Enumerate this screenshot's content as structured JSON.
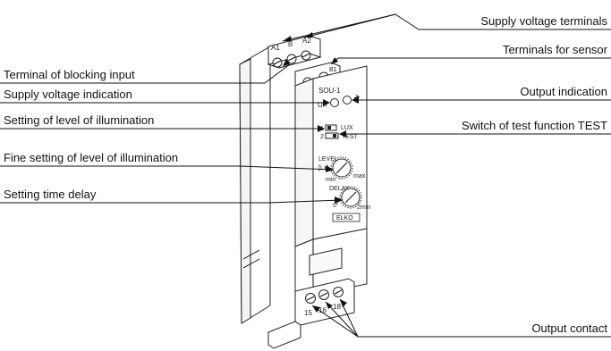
{
  "callouts": {
    "supply_voltage_terminals": "Supply voltage  terminals",
    "terminals_for_sensor": "Terminals for sensor",
    "terminal_blocking_input": "Terminal of blocking input",
    "supply_voltage_indication": "Supply voltage indication",
    "output_indication": "Output indication",
    "setting_level_illumination": "Setting of level of illumination",
    "switch_test_function": "Switch of test function  TEST",
    "fine_setting_level": "Fine setting of level of illumination",
    "setting_time_delay": "Setting time delay",
    "output_contact": "Output contact"
  },
  "device": {
    "model": "SOU-1",
    "top_terminals": [
      "A1",
      "B",
      "A2"
    ],
    "bottom_terminals": [
      "15",
      "16",
      "18"
    ],
    "sensor_terminal": "B1",
    "un_label": "Un",
    "switch_pos_1": "1",
    "switch_pos_2": "2",
    "lux_label": "LUX",
    "test_label": "TEST",
    "level_label": "LEVEL",
    "lux_unit": "[Lx]",
    "min_label": "min",
    "max_label": "max",
    "delay_label": "DELAY",
    "delay_zero": "0\"",
    "delay_max": "2min",
    "brand": "ELKO"
  }
}
